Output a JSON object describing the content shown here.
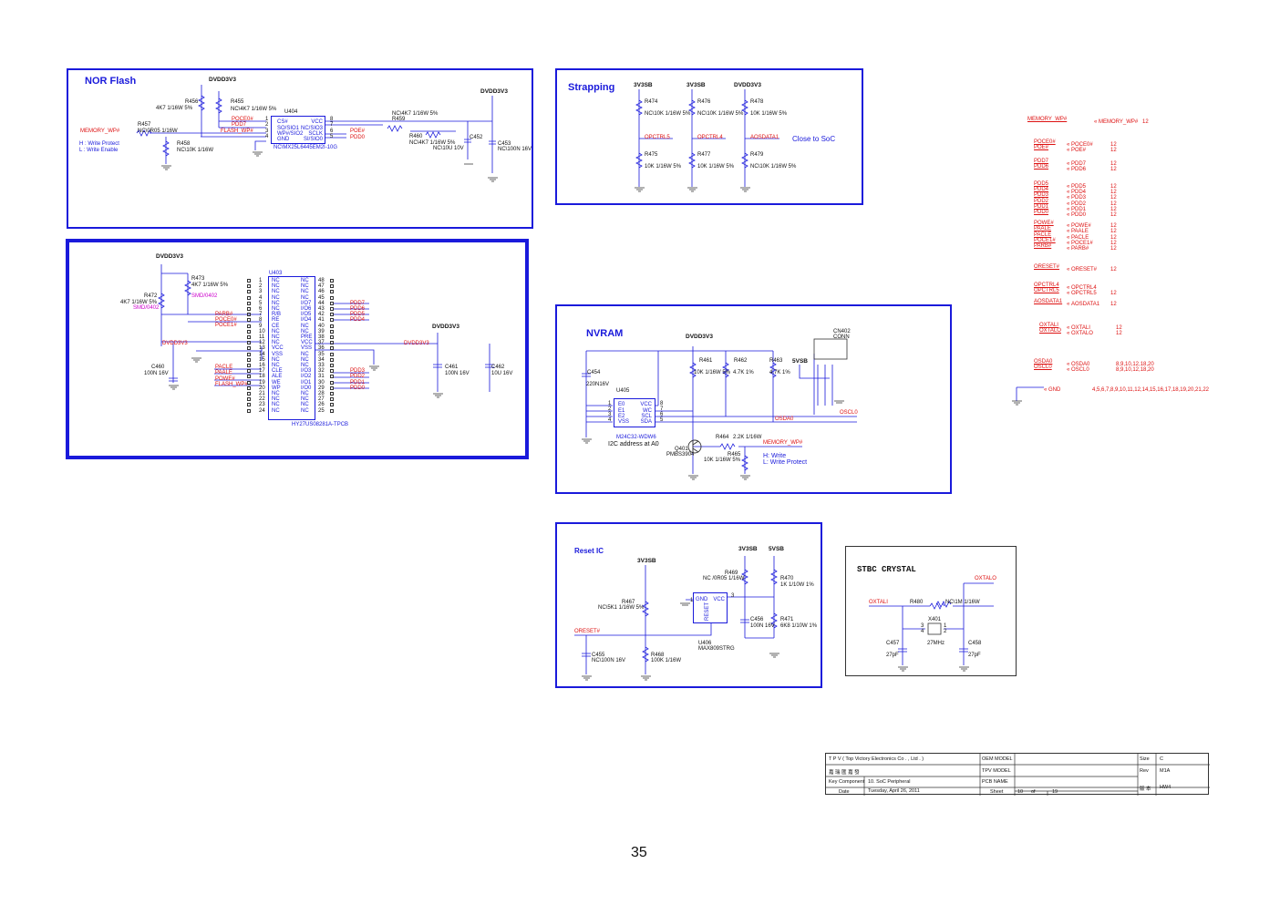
{
  "colors": {
    "frame": "#1a1adb",
    "net": "#d11",
    "wire": "#1a1adb",
    "pin": "#333"
  },
  "nor": {
    "title": "NOR Flash",
    "pwr1": "DVDD3V3",
    "pwr2": "DVDD3V3",
    "r456": "R456",
    "r456v": "4K7 1/16W 5%",
    "r455": "R455",
    "r455v": "NC\\4K7 1/16W 5%",
    "u": "U404",
    "r457": "R457",
    "r457v": "NC\\0R05 1/16W",
    "r458": "R458",
    "r458v": "NC\\10K 1/16W",
    "net_wp": "MEMORY_WP#",
    "n_poce": "POCE0#",
    "n_pdd7": "PDD7",
    "n_flash": "FLASH_WP#",
    "note1": "H : Write Protect",
    "note2": "L : Write Enable",
    "chip_l": [
      "CS#",
      "SO/SIO1",
      "WP#/SIO2",
      "GND"
    ],
    "chip_r": [
      "VCC",
      "NC/SIO3",
      "SCLK",
      "SI/SIO0"
    ],
    "pins_l": [
      "1",
      "2",
      "3",
      "4"
    ],
    "pins_r": [
      "8",
      "7",
      "6",
      "5"
    ],
    "part": "NC\\MX25L6445EM2I-10G",
    "r459": "R459",
    "r459v": "NC\\4K7 1/16W 5%",
    "n_poe": "POE#",
    "n_pdd0": "PDD0",
    "r460": "R460",
    "r460v": "NC\\4K7 1/16W 5%",
    "c452": "C452",
    "c452v": "NC\\10U 10V",
    "c453": "C453",
    "c453v": "NC\\100N 16V"
  },
  "strap": {
    "title": "Strapping",
    "p1": "3V3SB",
    "p2": "3V3SB",
    "p3": "DVDD3V3",
    "r474": "R474",
    "r474v": "NC\\10K 1/16W 5%",
    "r476": "R476",
    "r476v": "NC\\10K 1/16W 5%",
    "r478": "R478",
    "r478v": "10K 1/16W 5%",
    "n1": "OPCTRL5",
    "n2": "OPCTRL4",
    "n3": "AOSDATA1",
    "note": "Close to SoC",
    "r475": "R475",
    "r475v": "10K 1/16W 5%",
    "r477": "R477",
    "r477v": "10K 1/16W 5%",
    "r479": "R479",
    "r479v": "NC\\10K 1/16W 5%"
  },
  "nand": {
    "pwr": "DVDD3V3",
    "u": "U403",
    "r473": "R473",
    "r473v": "4K7 1/16W 5%",
    "smd1": "SMD/0402",
    "r472": "R472",
    "r472v": "4K7 1/16W 5%",
    "smd2": "SMD/0402",
    "n_parb": "PARB#",
    "n_poce": "POCE0#",
    "n_poce1": "POCE1#",
    "n_dvdd": "DVDD3V3",
    "n_pacle": "PACLE",
    "n_paale": "PAALE",
    "n_powe": "POWE#",
    "n_flashwp": "FLASH_WP#",
    "c460": "C460",
    "c460v": "100N 16V",
    "pwr2": "DVDD3V3",
    "n_dvdd2": "DVDD3V3",
    "c461": "C461",
    "c461v": "100N 16V",
    "c462": "C462",
    "c462v": "10U 16V",
    "part": "HY27US08281A-TPCB",
    "left_pins": [
      "1",
      "2",
      "3",
      "4",
      "5",
      "6",
      "7",
      "8",
      "9",
      "10",
      "11",
      "12",
      "13",
      "14",
      "15",
      "16",
      "17",
      "18",
      "19",
      "20",
      "21",
      "22",
      "23",
      "24"
    ],
    "left_names": [
      "NC",
      "NC",
      "NC",
      "NC",
      "NC",
      "NC",
      "R/B",
      "RE",
      "CE",
      "NC",
      "NC",
      "NC",
      "VCC",
      "VSS",
      "NC",
      "NC",
      "CLE",
      "ALE",
      "WE",
      "WP",
      "NC",
      "NC",
      "NC",
      "NC"
    ],
    "right_pins": [
      "48",
      "47",
      "46",
      "45",
      "44",
      "43",
      "42",
      "41",
      "40",
      "39",
      "38",
      "37",
      "36",
      "35",
      "34",
      "33",
      "32",
      "31",
      "30",
      "29",
      "28",
      "27",
      "26",
      "25"
    ],
    "right_names": [
      "NC",
      "NC",
      "NC",
      "NC",
      "I/O7",
      "I/O6",
      "I/O5",
      "I/O4",
      "NC",
      "NC",
      "PRE",
      "VCC",
      "VSS",
      "NC",
      "NC",
      "NC",
      "I/O3",
      "I/O2",
      "I/O1",
      "I/O0",
      "NC",
      "NC",
      "NC",
      "NC"
    ],
    "r_nets": {
      "44": "PDD7",
      "43": "PDD6",
      "42": "PDD5",
      "41": "PDD4",
      "32": "PDD3",
      "31": "PDD2",
      "30": "PDD1",
      "29": "PDD0"
    }
  },
  "nvram": {
    "title": "NVRAM",
    "pwr": "DVDD3V3",
    "c454": "C454",
    "c454v": "220N16V",
    "u": "U405",
    "chip_l": [
      "E0",
      "E1",
      "E2",
      "VSS"
    ],
    "chip_r": [
      "VCC",
      "WC",
      "SCL",
      "SDA"
    ],
    "pins_l": [
      "1",
      "2",
      "3",
      "4"
    ],
    "pins_r": [
      "8",
      "7",
      "6",
      "5"
    ],
    "part": "M24C32-WDW6",
    "addr": "I2C address at A0",
    "r461": "R461",
    "r461v": "10K 1/16W 5%",
    "r462": "R462",
    "r462v": "4.7K 1%",
    "r463": "R463",
    "r463v": "4.7K 1%",
    "p5v": "5VSB",
    "cn": "CN402",
    "cnv": "CONN",
    "n_oscl": "OSCL0",
    "n_osda": "OSDA0",
    "r464": "R464",
    "r464v": "2.2K 1/16W",
    "n_wp": "MEMORY_WP#",
    "q": "Q401",
    "qv": "PMBS3904",
    "r465": "R465",
    "r465v": "10K 1/16W 5%",
    "note1": "H: Write",
    "note2": "L: Write Protect"
  },
  "reset": {
    "title": "Reset IC",
    "p1": "3V3SB",
    "p2": "3V3SB",
    "p3": "5VSB",
    "r469": "R469",
    "r469v": "NC /0R05 1/16W",
    "r470": "R470",
    "r470v": "1K 1/10W 1%",
    "r467": "R467",
    "r467v": "NC\\5K1 1/16W 5%",
    "n_oreset": "ORESET#",
    "chip_gnd": "GND",
    "chip_vcc": "VCC",
    "chip_reset": "RESET",
    "pin3": "3",
    "pin1": "1",
    "c456": "C456",
    "c456v": "100N 16V",
    "r471": "R471",
    "r471v": "6K8 1/10W 1%",
    "u": "U406",
    "uv": "MAX809STRG",
    "c455": "C455",
    "c455v": "NC\\100N 16V",
    "r468": "R468",
    "r468v": "100K 1/16W"
  },
  "crystal": {
    "title": "STBC CRYSTAL",
    "n_oxtalo": "OXTALO",
    "n_oxtali": "OXTALI",
    "r480": "R480",
    "r480v": "NC\\1M 1/16W",
    "x": "X401",
    "xv": "27MHz",
    "p3": "3",
    "p4": "4",
    "p1": "1",
    "p2": "2",
    "c457": "C457",
    "c457v": "27pF",
    "c458": "C458",
    "c458v": "27pF"
  },
  "ports": [
    {
      "l": "MEMORY_WP#",
      "p": "MEMORY_WP#",
      "n": "12"
    },
    {
      "l": "POCE0#",
      "p": "POCE0#",
      "n": "12"
    },
    {
      "l": "POE#",
      "p": "POE#",
      "n": "12"
    },
    {
      "l": "PDD7",
      "p": "PDD7",
      "n": "12"
    },
    {
      "l": "PDD6",
      "p": "PDD6",
      "n": "12"
    },
    {
      "l": "PDD5",
      "p": "PDD5",
      "n": "12"
    },
    {
      "l": "PDD4",
      "p": "PDD4",
      "n": "12"
    },
    {
      "l": "PDD3",
      "p": "PDD3",
      "n": "12"
    },
    {
      "l": "PDD2",
      "p": "PDD2",
      "n": "12"
    },
    {
      "l": "PDD1",
      "p": "PDD1",
      "n": "12"
    },
    {
      "l": "PDD0",
      "p": "PDD0",
      "n": "12"
    },
    {
      "l": "POWE#",
      "p": "POWE#",
      "n": "12"
    },
    {
      "l": "PAALE",
      "p": "PAALE",
      "n": "12"
    },
    {
      "l": "PACLE",
      "p": "PACLE",
      "n": "12"
    },
    {
      "l": "POCE1#",
      "p": "POCE1#",
      "n": "12"
    },
    {
      "l": "PARB#",
      "p": "PARB#",
      "n": "12"
    },
    {
      "l": "ORESET#",
      "p": "ORESET#",
      "n": "12"
    },
    {
      "l": "OPCTRL4",
      "p": "OPCTRL4",
      "n": ""
    },
    {
      "l": "OPCTRL5",
      "p": "OPCTRL5",
      "n": "12"
    },
    {
      "l": "AOSDATA1",
      "p": "AOSDATA1",
      "n": "12"
    },
    {
      "l": "OXTALI",
      "p": "OXTALI",
      "n": "12"
    },
    {
      "l": "OXTALO",
      "p": "OXTALO",
      "n": "12"
    },
    {
      "l": "OSDA0",
      "p": "OSDA0",
      "n": "8,9,10,12,18,20"
    },
    {
      "l": "OSCL0",
      "p": "OSCL0",
      "n": "8,9,10,12,18,20"
    },
    {
      "l": "",
      "p": "GND",
      "n": "4,5,6,7,8,9,10,11,12,14,15,16,17,18,19,20,21,22"
    }
  ],
  "titleblock": {
    "company": "T P V  ( Top   Victory   Electronics   Co . ,   Ltd . )",
    "r2c1": "嘉 瑞 匯 嘉 發",
    "r3c1": "Key Component",
    "r3c2": "10. SoC Peripheral",
    "r4c1": "Date",
    "r4c2": "Tuesday, April 26, 2011",
    "oem": "OEM MODEL",
    "tpv": "TPV MODEL",
    "pcb": "PCB NAME",
    "sheet": "Sheet",
    "sheet_no": "10",
    "of": "of",
    "total": "19",
    "size": "Size",
    "size_v": "C",
    "rev": "Rev",
    "rev_v": "M1A",
    "ver": "版 本",
    "ver_v": "HW4"
  },
  "page_number": "35"
}
